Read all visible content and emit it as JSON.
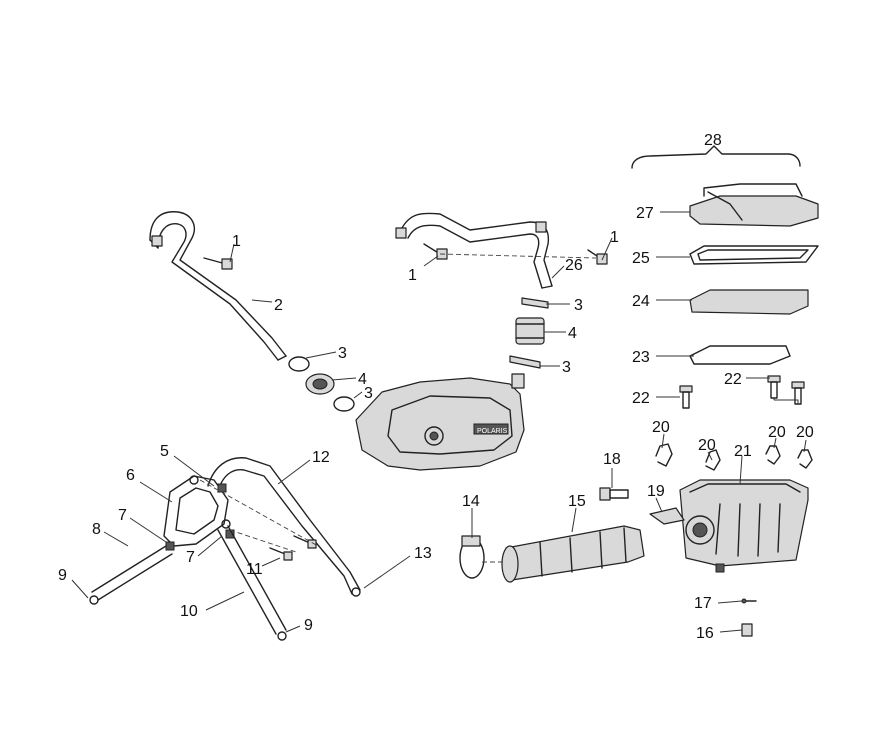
{
  "callouts": [
    {
      "id": "c1a",
      "text": "1"
    },
    {
      "id": "c2",
      "text": "2"
    },
    {
      "id": "c3a",
      "text": "3"
    },
    {
      "id": "c4a",
      "text": "4"
    },
    {
      "id": "c3b",
      "text": "3"
    },
    {
      "id": "c1b",
      "text": "1"
    },
    {
      "id": "c1c",
      "text": "1"
    },
    {
      "id": "c26",
      "text": "26"
    },
    {
      "id": "c3c",
      "text": "3"
    },
    {
      "id": "c4b",
      "text": "4"
    },
    {
      "id": "c3d",
      "text": "3"
    },
    {
      "id": "c28",
      "text": "28"
    },
    {
      "id": "c27",
      "text": "27"
    },
    {
      "id": "c25",
      "text": "25"
    },
    {
      "id": "c24",
      "text": "24"
    },
    {
      "id": "c23",
      "text": "23"
    },
    {
      "id": "c22a",
      "text": "22"
    },
    {
      "id": "c22b",
      "text": "22"
    },
    {
      "id": "c20a",
      "text": "20"
    },
    {
      "id": "c20b",
      "text": "20"
    },
    {
      "id": "c20c",
      "text": "20"
    },
    {
      "id": "c20d",
      "text": "20"
    },
    {
      "id": "c21",
      "text": "21"
    },
    {
      "id": "c18",
      "text": "18"
    },
    {
      "id": "c19",
      "text": "19"
    },
    {
      "id": "c14",
      "text": "14"
    },
    {
      "id": "c15",
      "text": "15"
    },
    {
      "id": "c13",
      "text": "13"
    },
    {
      "id": "c12",
      "text": "12"
    },
    {
      "id": "c5",
      "text": "5"
    },
    {
      "id": "c6",
      "text": "6"
    },
    {
      "id": "c7a",
      "text": "7"
    },
    {
      "id": "c7b",
      "text": "7"
    },
    {
      "id": "c8",
      "text": "8"
    },
    {
      "id": "c9a",
      "text": "9"
    },
    {
      "id": "c9b",
      "text": "9"
    },
    {
      "id": "c10",
      "text": "10"
    },
    {
      "id": "c11",
      "text": "11"
    },
    {
      "id": "c17",
      "text": "17"
    },
    {
      "id": "c16",
      "text": "16"
    }
  ],
  "cover_brand": "POLARIS"
}
